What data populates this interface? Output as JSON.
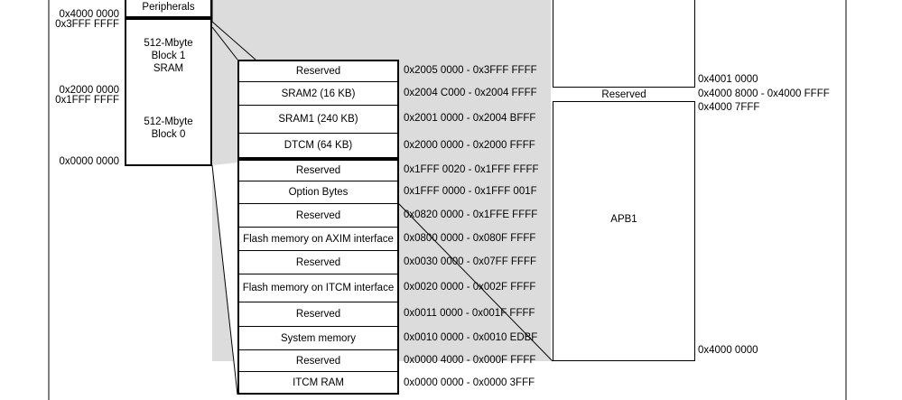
{
  "left_column": {
    "blocks": [
      {
        "name": "Peripherals"
      },
      {
        "name": "512-Mbyte\nBlock 1\nSRAM"
      },
      {
        "name": "512-Mbyte\nBlock 0"
      }
    ],
    "addresses": [
      "0x4000 0000",
      "0x3FFF FFFF",
      "0x2000 0000",
      "0x1FFF FFFF",
      "0x0000 0000"
    ]
  },
  "detail_map": [
    {
      "name": "Reserved",
      "range": "0x2005 0000 - 0x3FFF FFFF"
    },
    {
      "name": "SRAM2 (16 KB)",
      "range": "0x2004 C000 - 0x2004 FFFF"
    },
    {
      "name": "SRAM1 (240 KB)",
      "range": "0x2001 0000 - 0x2004 BFFF"
    },
    {
      "name": "DTCM (64 KB)",
      "range": "0x2000 0000 - 0x2000 FFFF"
    },
    {
      "name": "Reserved",
      "range": "0x1FFF 0020 - 0x1FFF FFFF"
    },
    {
      "name": "Option Bytes",
      "range": "0x1FFF 0000 - 0x1FFF 001F"
    },
    {
      "name": "Reserved",
      "range": "0x0820 0000 - 0x1FFE FFFF"
    },
    {
      "name": "Flash memory on AXIM interface",
      "range": "0x0800 0000 - 0x080F FFFF"
    },
    {
      "name": "Reserved",
      "range": "0x0030 0000 - 0x07FF FFFF"
    },
    {
      "name": "Flash memory on ITCM interface",
      "range": "0x0020 0000 - 0x002F FFFF"
    },
    {
      "name": "Reserved",
      "range": "0x0011 0000 - 0x001F FFFF"
    },
    {
      "name": "System memory",
      "range": "0x0010 0000 - 0x0010 EDBF"
    },
    {
      "name": "Reserved",
      "range": "0x0000 4000 - 0x000F FFFF"
    },
    {
      "name": "ITCM RAM",
      "range": "0x0000 0000 - 0x0000 3FFF"
    }
  ],
  "apb1": {
    "reserved_label": "Reserved",
    "main_label": "APB1",
    "addresses": [
      "0x4001 0000",
      "0x4000 8000 - 0x4000 FFFF",
      "0x4000 7FFF",
      "0x4000 0000"
    ]
  }
}
